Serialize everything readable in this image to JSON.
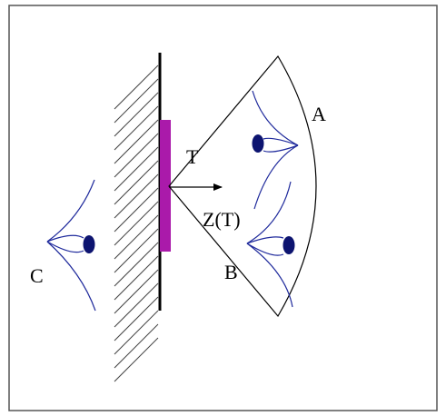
{
  "labels": {
    "a": "A",
    "b": "B",
    "c": "C",
    "t": "T",
    "z": "Z(T)"
  },
  "colors": {
    "frame": "#555555",
    "wall": "#000000",
    "hatch": "#444444",
    "target": "#aa1aaa",
    "eye": "#1f2a9c",
    "pupil": "#0d1470",
    "fov": "#000000"
  }
}
